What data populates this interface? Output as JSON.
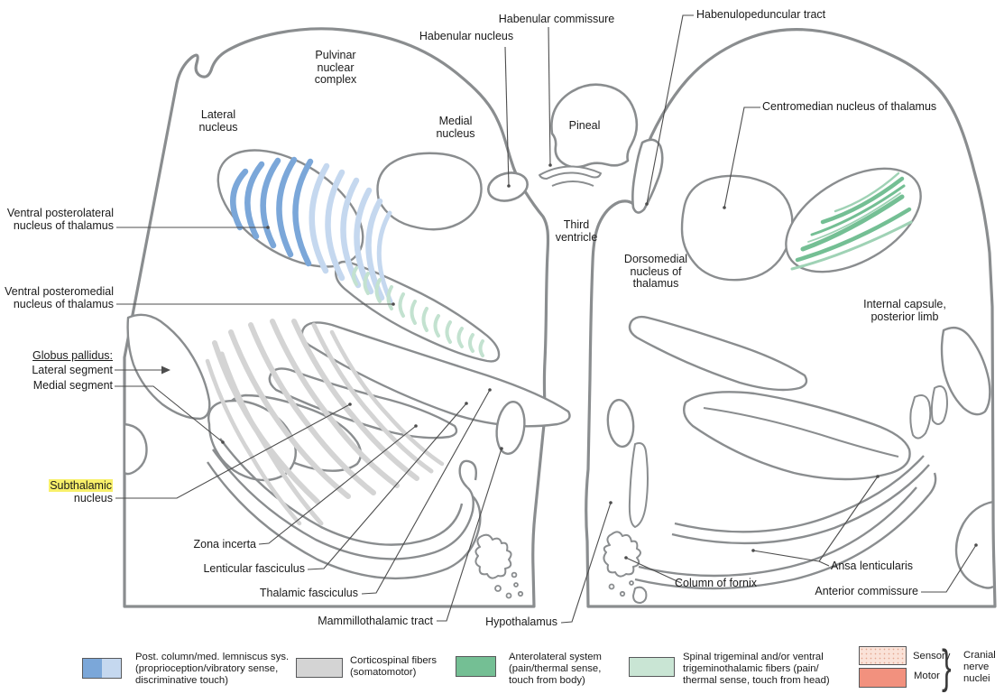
{
  "figure": {
    "description": "Coronal brain section diagram at the level of the thalamus with labeled nuclei and fiber tracts",
    "highlighted_structure": "Subthalamic"
  },
  "labels": {
    "habenular_commissure": "Habenular commissure",
    "habenulopeduncular_tract": "Habenulopeduncular tract",
    "habenular_nucleus": "Habenular nucleus",
    "pulvinar_nuclear_complex": "Pulvinar\nnuclear\ncomplex",
    "lateral_nucleus": "Lateral\nnucleus",
    "medial_nucleus": "Medial\nnucleus",
    "pineal": "Pineal",
    "centromedian_nucleus": "Centromedian nucleus of thalamus",
    "ventral_posterolateral": "Ventral posterolateral\nnucleus of thalamus",
    "third_ventricle": "Third\nventricle",
    "dorsomedial_nucleus": "Dorsomedial\nnucleus of\nthalamus",
    "ventral_posteromedial": "Ventral posteromedial\nnucleus of thalamus",
    "internal_capsule": "Internal capsule,\nposterior limb",
    "globus_pallidus_heading": "Globus pallidus:",
    "lateral_segment": "Lateral segment",
    "medial_segment": "Medial segment",
    "subthalamic_line1": "Subthalamic",
    "subthalamic_line2": "nucleus",
    "zona_incerta": "Zona incerta",
    "lenticular_fasciculus": "Lenticular fasciculus",
    "thalamic_fasciculus": "Thalamic fasciculus",
    "mammillothalamic_tract": "Mammillothalamic tract",
    "hypothalamus": "Hypothalamus",
    "column_of_fornix": "Column of fornix",
    "ansa_lenticularis": "Ansa lenticularis",
    "anterior_commissure": "Anterior commissure"
  },
  "legend": {
    "items": [
      {
        "label": "Post. column/med. lemniscus sys.\n(proprioception/vibratory sense,\ndiscriminative touch)",
        "swatch_colors": [
          "#7BA7D9",
          "#C5D8EF"
        ]
      },
      {
        "label": "Corticospinal fibers\n(somatomotor)",
        "swatch_colors": [
          "#D4D4D4"
        ]
      },
      {
        "label": "Anterolateral system\n(pain/thermal sense,\ntouch from body)",
        "swatch_colors": [
          "#74BF94"
        ]
      },
      {
        "label": "Spinal trigeminal and/or ventral\ntrigeminothalamic fibers (pain/\nthermal sense, touch from head)",
        "swatch_colors": [
          "#C9E5D4"
        ]
      },
      {
        "label_sensory": "Sensory",
        "label_motor": "Motor",
        "label_group": "Cranial\nnerve\nnuclei",
        "swatch_colors": [
          "#FAE2D8",
          "#F2917E"
        ]
      }
    ]
  },
  "colors": {
    "outline_gray": "#8A8D8F",
    "leader_line": "#4D4D4D",
    "lemniscus_dark_blue": "#7BA7D9",
    "lemniscus_light_blue": "#C5D8EF",
    "corticospinal_gray": "#D4D4D4",
    "anterolateral_green": "#74BF94",
    "trigeminal_light_green": "#C9E5D4",
    "sensory_pink": "#FAE2D8",
    "motor_salmon": "#F2917E",
    "highlight_yellow": "#F8F06A",
    "text": "#1A1A1A"
  }
}
